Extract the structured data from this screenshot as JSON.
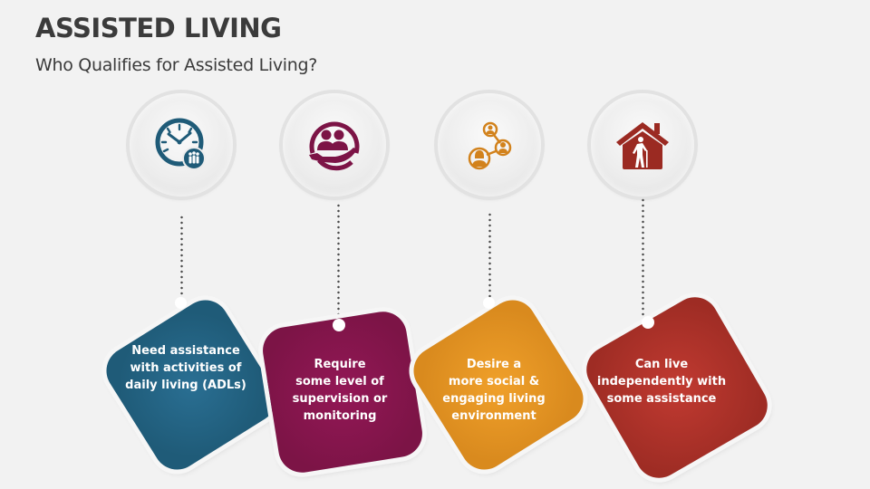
{
  "slide": {
    "title": "ASSISTED LIVING",
    "subtitle": "Who Qualifies for Assisted Living?"
  },
  "colors": {
    "background": "#f2f2f2",
    "title": "#3b3b3b",
    "blue": "#23607f",
    "purple": "#861449",
    "orange": "#e8921f",
    "red": "#b0302a"
  },
  "items": [
    {
      "icon": "clock-with-family-icon",
      "color": "#1f5b78",
      "text": "Need assistance\nwith activities of\ndaily living (ADLs)"
    },
    {
      "icon": "hand-holding-people-icon",
      "color": "#7c1446",
      "text": "Require\nsome level of\nsupervision or\nmonitoring"
    },
    {
      "icon": "social-network-people-icon",
      "color": "#d2821c",
      "text": "Desire a\nmore social &\nengaging living\nenvironment"
    },
    {
      "icon": "house-with-elderly-person-icon",
      "color": "#9b2a22",
      "text": "Can live\nindependently with\nsome assistance"
    }
  ]
}
